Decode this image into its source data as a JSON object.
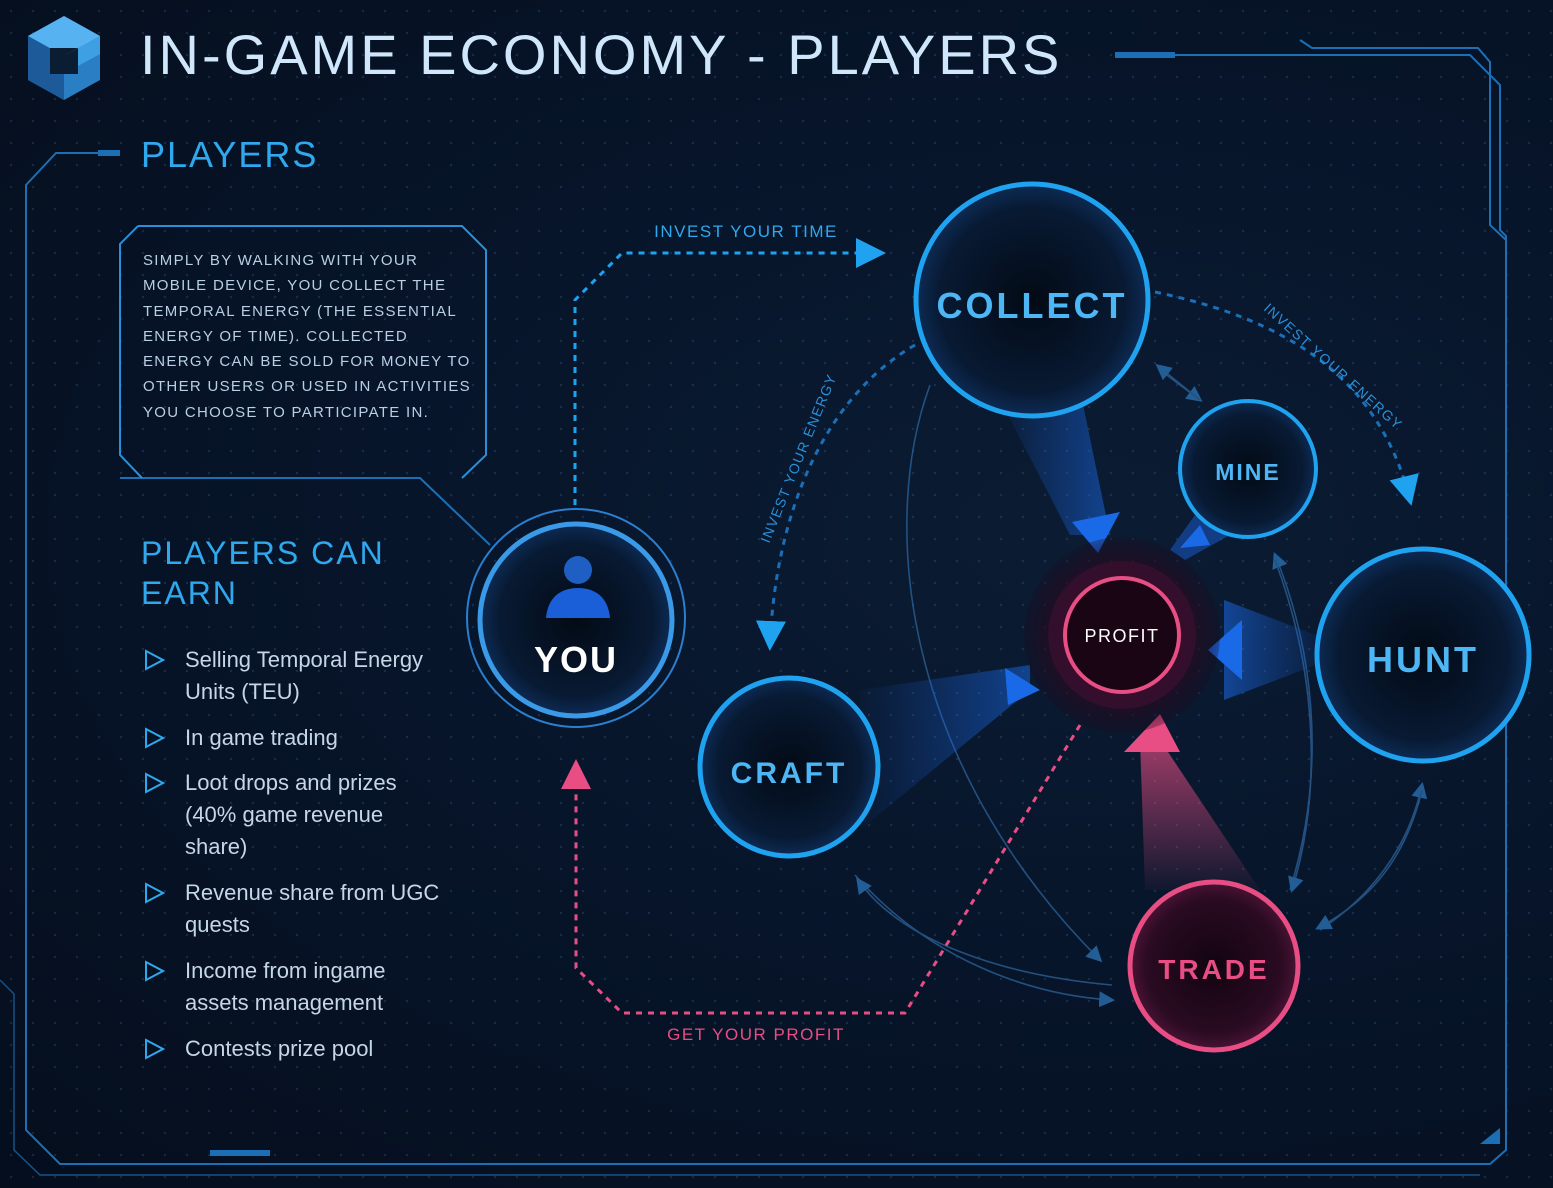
{
  "header": {
    "title": "IN-GAME ECONOMY - PLAYERS",
    "logo_icon": "cube-logo-icon"
  },
  "sidebar": {
    "section_title": "PLAYERS",
    "description": "SIMPLY BY WALKING WITH YOUR MOBILE DEVICE, YOU COLLECT THE TEMPORAL ENERGY (THE ESSENTIAL ENERGY OF TIME). COLLECTED ENERGY CAN BE SOLD FOR MONEY TO OTHER USERS OR USED IN ACTIVITIES YOU CHOOSE TO PARTICIPATE IN.",
    "earn_title": "PLAYERS CAN EARN",
    "earn_items": [
      "Selling Temporal Energy Units (TEU)",
      "In game trading",
      "Loot drops and prizes (40% game revenue share)",
      "Revenue share from UGC quests",
      "Income from ingame assets management",
      "Contests prize pool"
    ],
    "bullet_icon": "triangle-bullet-icon"
  },
  "diagram": {
    "nodes": {
      "you": "YOU",
      "collect": "COLLECT",
      "mine": "MINE",
      "hunt": "HUNT",
      "craft": "CRAFT",
      "trade": "TRADE",
      "profit": "PROFIT"
    },
    "flows": {
      "invest_time": "INVEST YOUR TIME",
      "invest_energy_right": "INVEST YOUR ENERGY",
      "invest_energy_left": "INVEST YOUR ENERGY",
      "get_profit": "GET YOUR PROFIT"
    },
    "you_icon": "user-icon"
  },
  "colors": {
    "accent_blue": "#1fa3f0",
    "deep_blue": "#1a5fd8",
    "profit_pink": "#e84d84",
    "background": "#07152a"
  }
}
